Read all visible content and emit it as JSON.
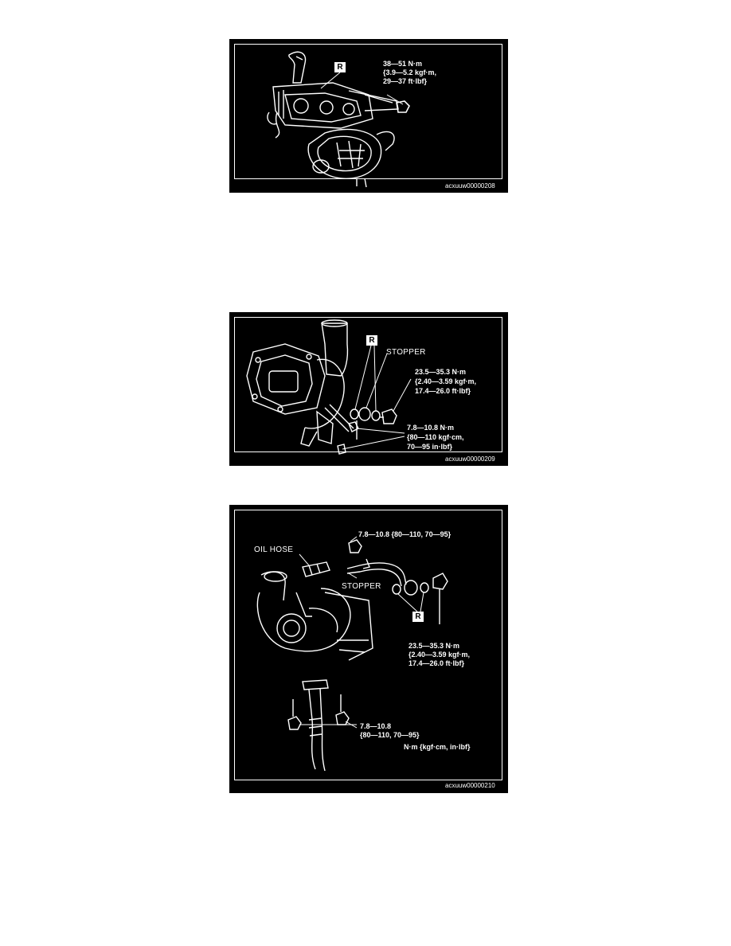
{
  "figures": [
    {
      "id": "acxuuw00000208",
      "callouts": {
        "r_marker": "R",
        "torque_line1": "38—51 N·m",
        "torque_line2": "{3.9—5.2 kgf·m,",
        "torque_line3": "29—37 ft·lbf}"
      }
    },
    {
      "id": "acxuuw00000209",
      "callouts": {
        "r_marker": "R",
        "stopper": "STOPPER",
        "torque_a_line1": "23.5—35.3 N·m",
        "torque_a_line2": "{2.40—3.59 kgf·m,",
        "torque_a_line3": "17.4—26.0 ft·lbf}",
        "torque_b_line1": "7.8—10.8 N·m",
        "torque_b_line2": "{80—110 kgf·cm,",
        "torque_b_line3": "70—95 in·lbf}"
      }
    },
    {
      "id": "acxuuw00000210",
      "callouts": {
        "top_torque": "7.8—10.8 {80—110, 70—95}",
        "oil_hose": "OIL HOSE",
        "stopper": "STOPPER",
        "r_marker": "R",
        "torque_a_line1": "23.5—35.3 N·m",
        "torque_a_line2": "{2.40—3.59 kgf·m,",
        "torque_a_line3": "17.4—26.0 ft·lbf}",
        "torque_b_line1": "7.8—10.8",
        "torque_b_line2": "{80—110, 70—95}",
        "units": "N·m {kgf·cm, in·lbf}"
      }
    }
  ],
  "colors": {
    "figure_bg": "#000000",
    "line": "#ffffff",
    "page_bg": "#ffffff"
  }
}
